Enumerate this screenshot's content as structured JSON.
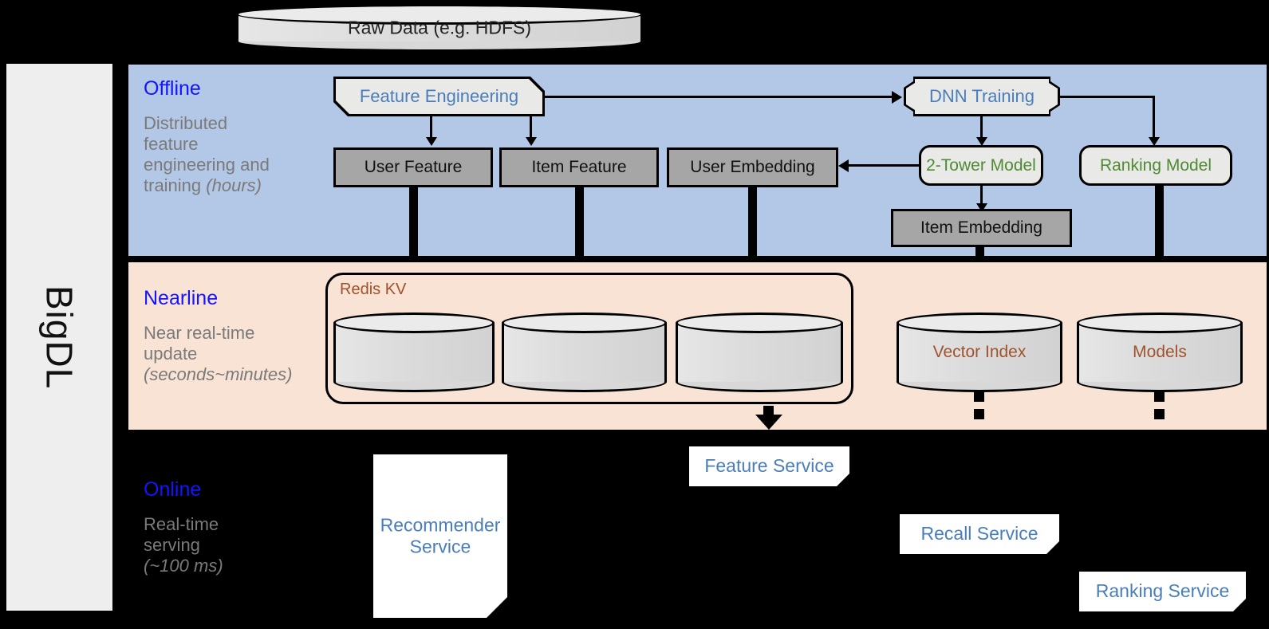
{
  "platform": {
    "name": "BigDL"
  },
  "source": {
    "label": "Raw Data (e.g. HDFS)"
  },
  "bands": {
    "offline": {
      "title": "Offline",
      "subtitle_line1": "Distributed",
      "subtitle_line2": "feature",
      "subtitle_line3": "engineering and",
      "subtitle_line4": "training ",
      "subtitle_italic": "(hours)"
    },
    "nearline": {
      "title": "Nearline",
      "subtitle_line1": "Near real-time",
      "subtitle_line2": "update",
      "subtitle_italic": "(seconds~minutes)"
    },
    "online": {
      "title": "Online",
      "subtitle_line1": "Real-time",
      "subtitle_line2": "serving",
      "subtitle_italic": "(~100 ms)"
    }
  },
  "offline_nodes": {
    "feature_engineering": "Feature Engineering",
    "dnn_training": "DNN Training",
    "user_feature": "User Feature",
    "item_feature": "Item Feature",
    "user_embedding": "User Embedding",
    "two_tower_model": "2-Tower Model",
    "ranking_model": "Ranking Model",
    "item_embedding": "Item Embedding"
  },
  "nearline_nodes": {
    "redis_kv": "Redis KV",
    "store_user_feature": "",
    "store_item_feature": "",
    "store_user_embedding": "",
    "vector_index": "Vector Index",
    "models": "Models"
  },
  "online_nodes": {
    "recommender_service": "Recommender\nService",
    "recommender_service_l1": "Recommender",
    "recommender_service_l2": "Service",
    "feature_service": "Feature Service",
    "recall_service": "Recall Service",
    "ranking_service": "Ranking Service"
  },
  "colors": {
    "offline_band": "#b3c7e6",
    "nearline_band": "#f9e3d4",
    "online_band": "#000000",
    "band_title": "#1414ff",
    "band_subtitle": "#7a7a7a",
    "process_text": "#4a7ebb",
    "model_text": "#4e8b32",
    "storage_text": "#a0522d",
    "data_box": "#a6a6a6",
    "rail": "#eeeeee"
  }
}
